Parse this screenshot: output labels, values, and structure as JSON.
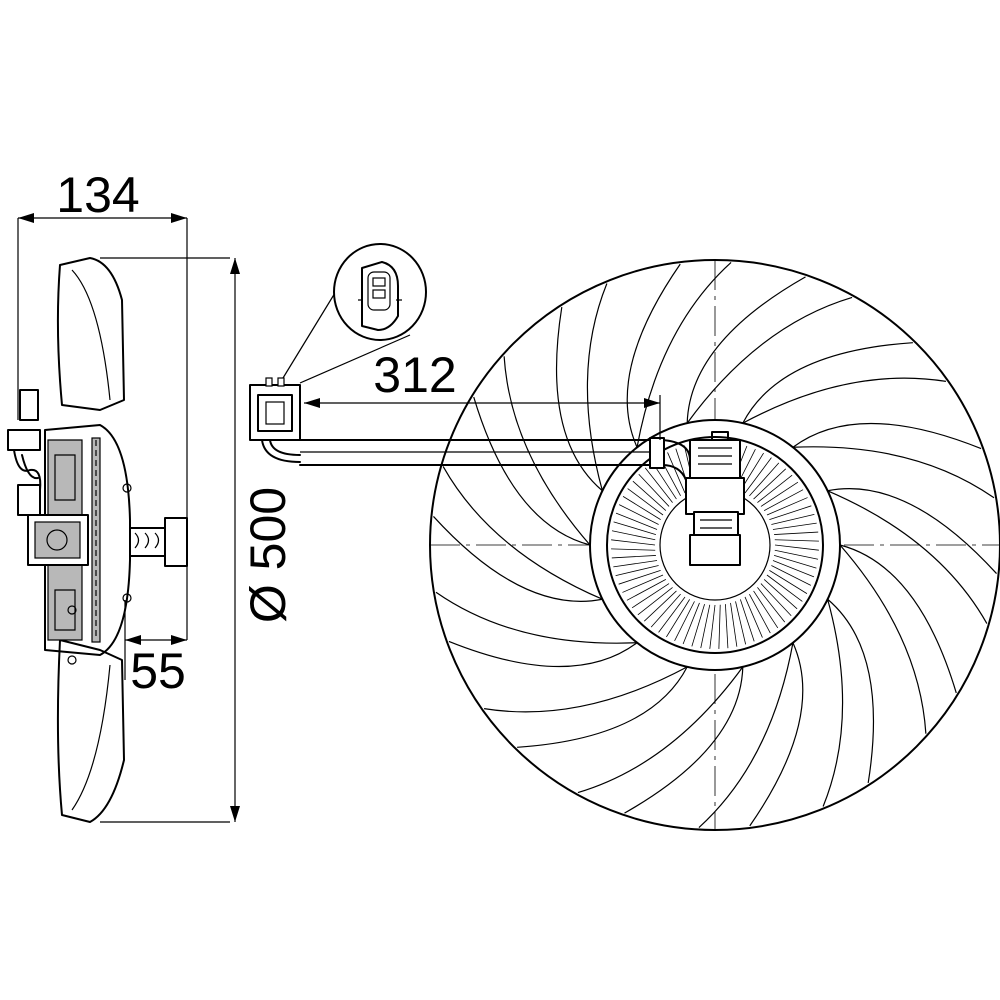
{
  "dimensions": {
    "overall_depth": "134",
    "hub_offset": "55",
    "diameter": "Ø 500",
    "connector_distance": "312"
  },
  "views": {
    "side_view": "side-view",
    "front_view": "front-view",
    "connector_detail": "connector-detail"
  },
  "fan": {
    "blade_count": 14
  },
  "colors": {
    "line": "#000000",
    "background": "#ffffff",
    "section_fill": "#b8b8b8"
  }
}
